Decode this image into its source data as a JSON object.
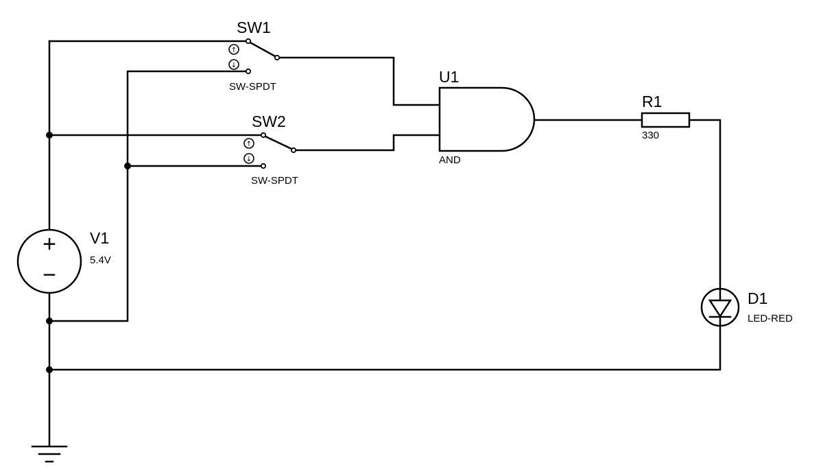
{
  "components": {
    "sw1": {
      "ref": "SW1",
      "type": "SW-SPDT"
    },
    "sw2": {
      "ref": "SW2",
      "type": "SW-SPDT"
    },
    "u1": {
      "ref": "U1",
      "type": "AND"
    },
    "r1": {
      "ref": "R1",
      "value": "330"
    },
    "v1": {
      "ref": "V1",
      "value": "5.4V",
      "plus": "+",
      "minus": "−"
    },
    "d1": {
      "ref": "D1",
      "type": "LED-RED"
    }
  },
  "switch_glyphs": {
    "up": "↑",
    "down": "↓"
  }
}
